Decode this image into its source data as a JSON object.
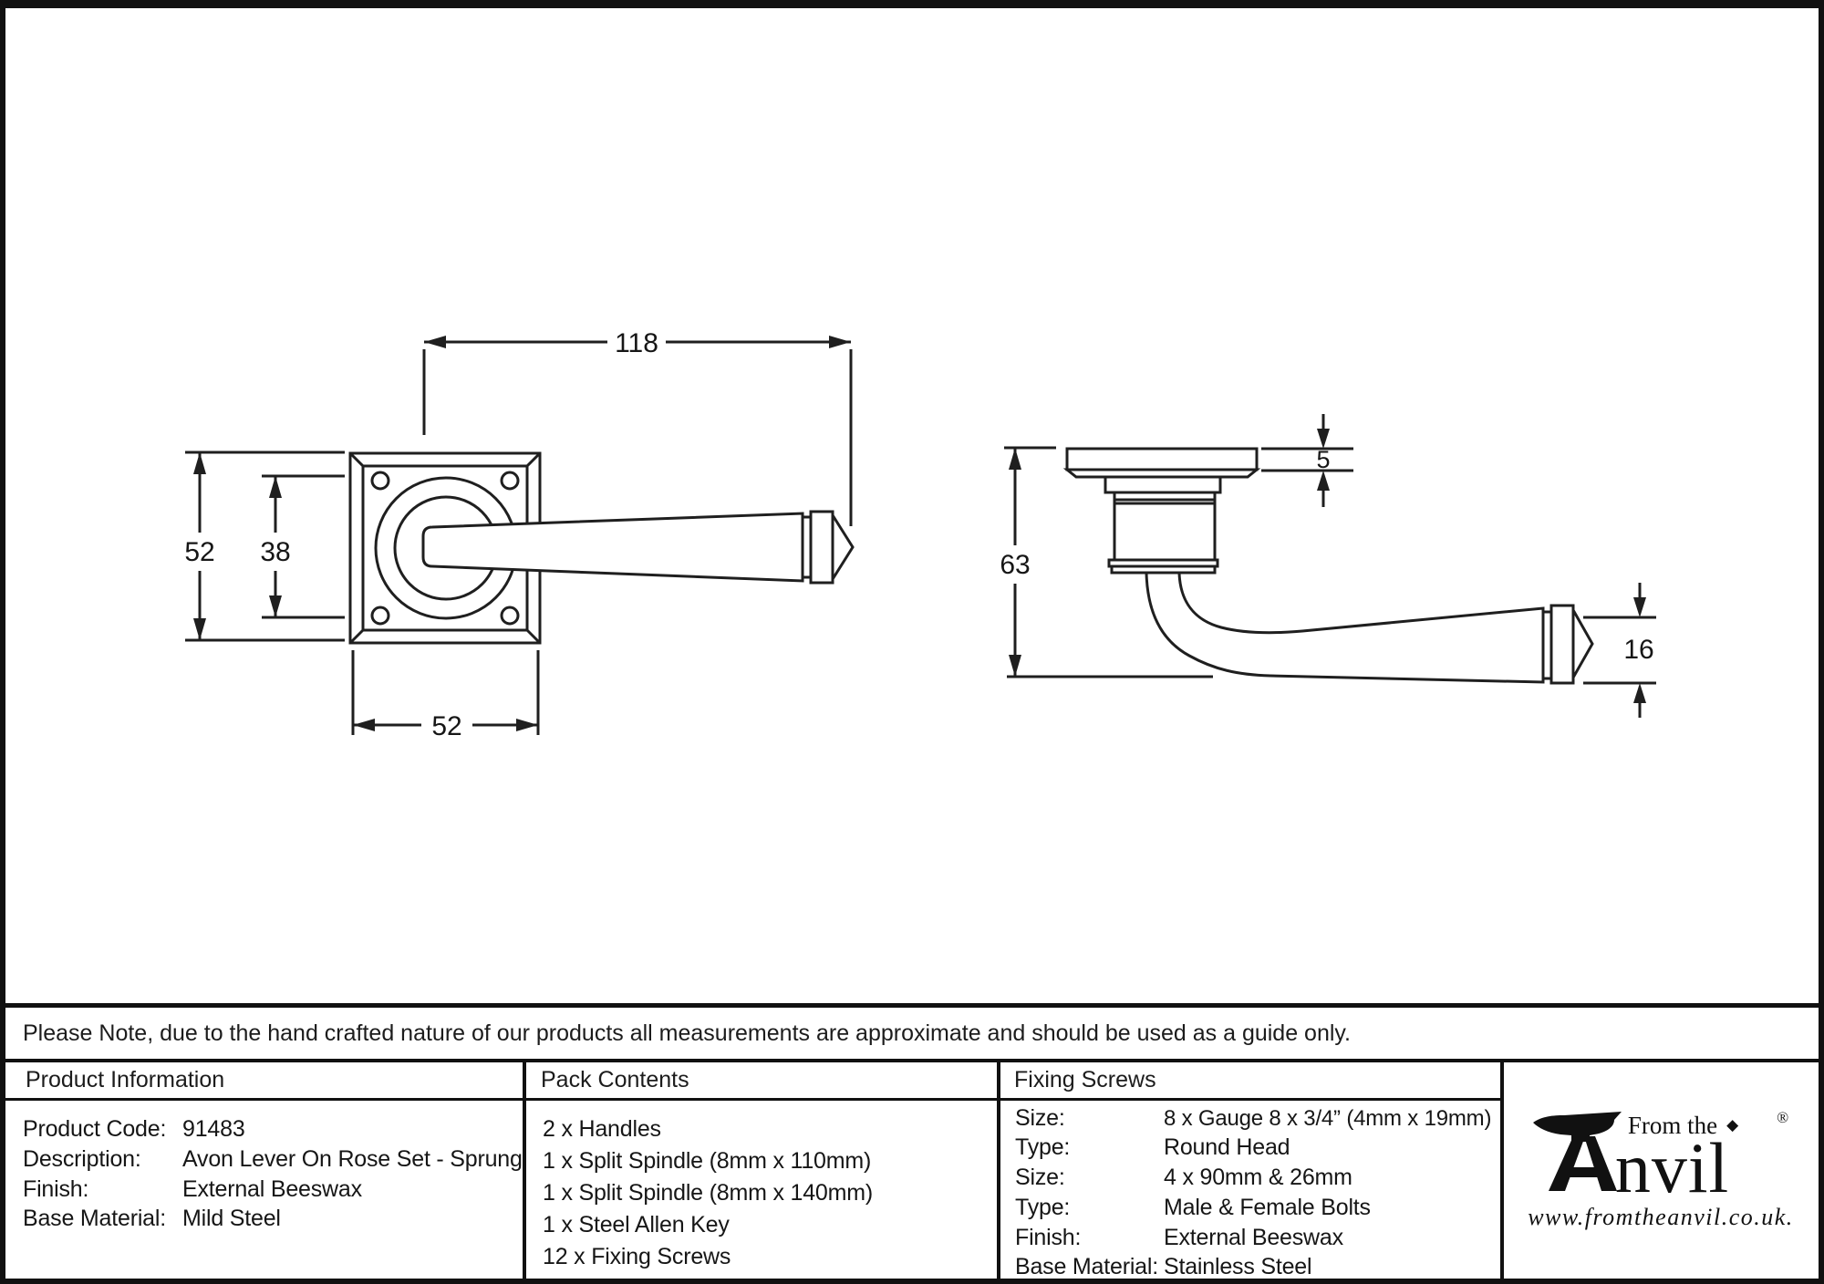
{
  "note": "Please Note, due to the hand crafted nature of our products all measurements are approximate and should be used as a guide only.",
  "dims": {
    "front_width": "118",
    "front_height": "52",
    "front_inner": "38",
    "front_rose_width": "52",
    "side_height": "63",
    "side_plate_thickness": "5",
    "side_lever_end": "16"
  },
  "table": {
    "product_information": {
      "header": "Product Information",
      "rows": [
        {
          "label": "Product Code:",
          "value": "91483"
        },
        {
          "label": "Description:",
          "value": "Avon Lever On Rose Set - Sprung"
        },
        {
          "label": "Finish:",
          "value": "External Beeswax"
        },
        {
          "label": "Base Material:",
          "value": "Mild Steel"
        }
      ]
    },
    "pack_contents": {
      "header": "Pack Contents",
      "items": [
        "2 x Handles",
        "1 x Split Spindle (8mm x 110mm)",
        "1 x Split Spindle (8mm x 140mm)",
        "1 x Steel Allen Key",
        "12 x Fixing Screws"
      ]
    },
    "fixing_screws": {
      "header": "Fixing Screws",
      "rows": [
        {
          "label": "Size:",
          "value": "8 x Gauge 8 x 3/4” (4mm x 19mm)"
        },
        {
          "label": "Type:",
          "value": "Round Head"
        },
        {
          "label": "Size:",
          "value": "4 x 90mm & 26mm"
        },
        {
          "label": "Type:",
          "value": "Male & Female Bolts"
        },
        {
          "label": "Finish:",
          "value": "External Beeswax"
        },
        {
          "label": "Base Material:",
          "value": "Stainless Steel"
        }
      ]
    }
  },
  "logo": {
    "from_the": "From the",
    "diamond": "◆",
    "registered": "®",
    "anvil": "nvil",
    "url": "www.fromtheanvil.co.uk."
  },
  "colors": {
    "line": "#1f1f1f",
    "border": "#111111",
    "background": "#ffffff"
  }
}
